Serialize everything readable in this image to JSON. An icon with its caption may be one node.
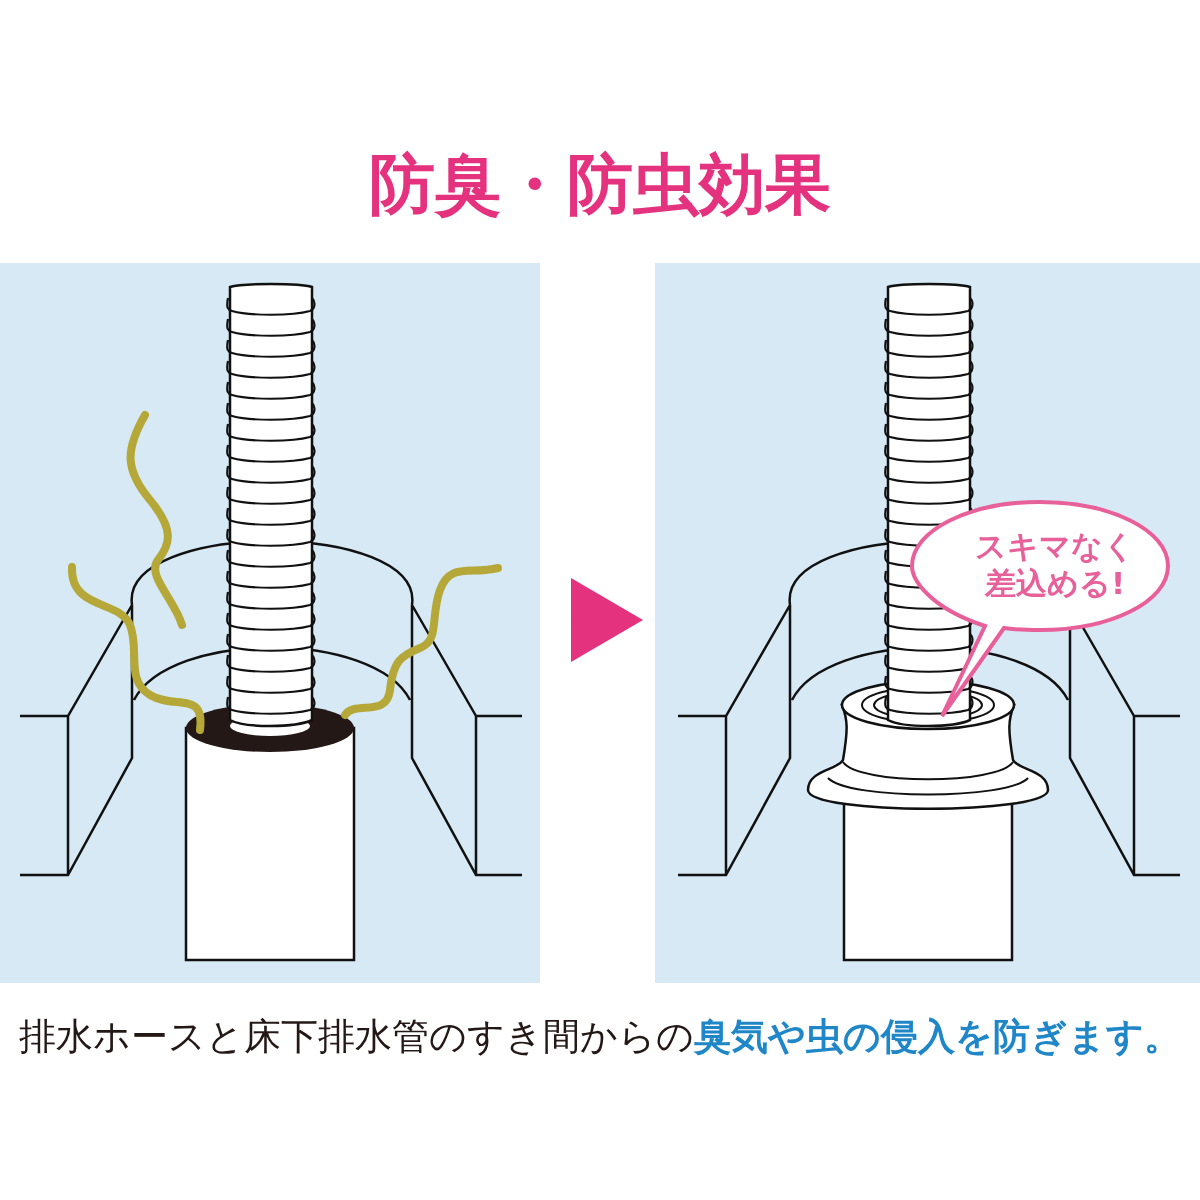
{
  "diagram": {
    "title": "防臭・防虫効果",
    "nodes": [
      {
        "text": [],
        "shape": "picture"
      },
      {
        "text": [],
        "shape": "picture"
      },
      {
        "text": [
          "スキマなく差込める!"
        ],
        "in": 1
      }
    ],
    "edges": [
      {
        "from": 0,
        "to": 1,
        "arrow": "to"
      }
    ],
    "caption": "排水ホースと床下排水管のすき間からの**臭気や虫の侵入を防ぎます。**"
  }
}
